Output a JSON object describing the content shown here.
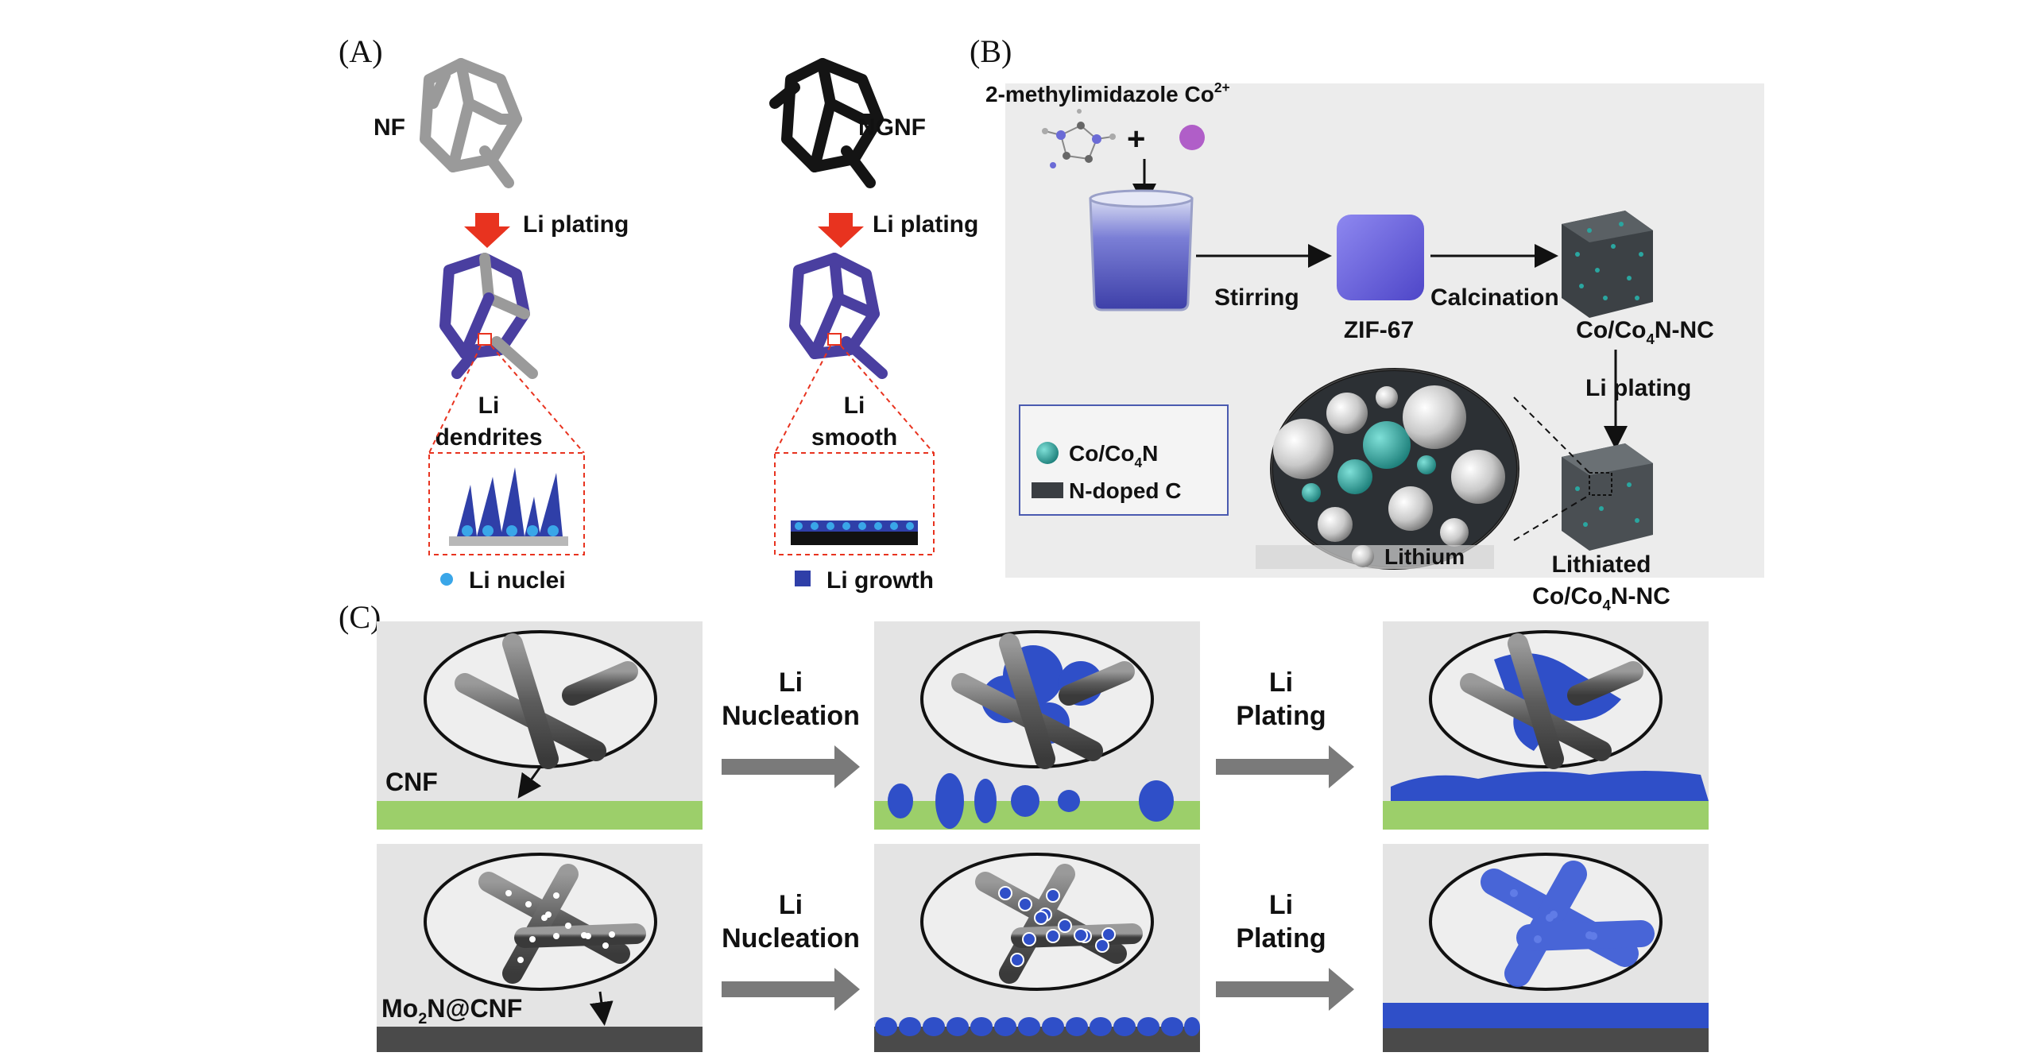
{
  "panel_a": {
    "letter": "(A)",
    "nf_label": "NF",
    "ngnf_label": "NGNF",
    "step_left": "Li plating",
    "step_right": "Li plating",
    "left_li": "Li",
    "left_morph": "dendrites",
    "right_li": "Li",
    "right_morph": "smooth",
    "legend_nuclei": "Li nuclei",
    "legend_growth": "Li growth"
  },
  "panel_b": {
    "letter": "(B)",
    "reagent_main": "2-methylimidazole Co",
    "reagent_sup": "2+",
    "plus": "+",
    "stirring": "Stirring",
    "zif": "ZIF-67",
    "calcination": "Calcination",
    "product_a": "Co/Co",
    "product_sub": "4",
    "product_b": "N-NC",
    "li_plating": "Li  plating",
    "legend_co_a": "Co/Co",
    "legend_co_sub": "4",
    "legend_co_b": "N",
    "legend_nc": "N-doped  C",
    "lithium": "Lithium",
    "lithiated_line1": "Lithiated",
    "lithiated_a": "Co/Co",
    "lithiated_sub": "4",
    "lithiated_b": "N-NC"
  },
  "panel_c": {
    "letter": "(C)",
    "cnf": "CNF",
    "mo_a": "Mo",
    "mo_sub": "2",
    "mo_b": "N@CNF",
    "arrow1_top_l1": "Li",
    "arrow1_top_l2": "Nucleation",
    "arrow2_top_l1": "Li",
    "arrow2_top_l2": "Plating",
    "arrow1_bot_l1": "Li",
    "arrow1_bot_l2": "Nucleation",
    "arrow2_bot_l1": "Li",
    "arrow2_bot_l2": "Plating"
  },
  "colors": {
    "li_blue": "#2f4fc8",
    "lattice_blue": "#4a3fa0",
    "cnf_green": "#9ccf6a",
    "substrate_dark": "#4a4a4a",
    "arrow_red": "#e8331f",
    "arrow_gray": "#7a7a7a",
    "cobalt_teal": "#2aa6a0"
  }
}
